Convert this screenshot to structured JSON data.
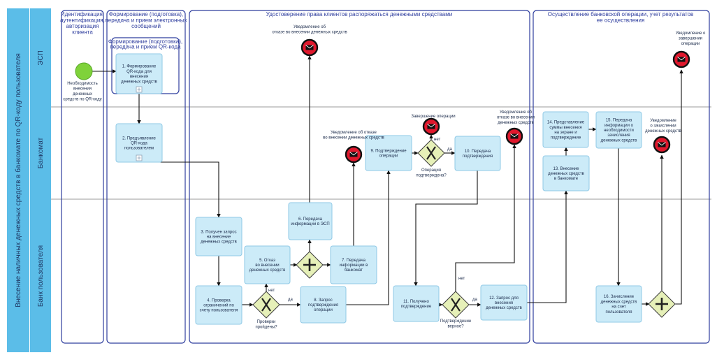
{
  "pool": {
    "title": "Внесение наличных денежных средств в банкомате по QR-коду пользователя"
  },
  "lanes": [
    {
      "id": "esp",
      "title": "ЭСП"
    },
    {
      "id": "atm",
      "title": "Банкомат"
    },
    {
      "id": "bank",
      "title": "Банк пользователя"
    }
  ],
  "phases": [
    {
      "id": "p1",
      "lines": [
        "Идентификация,",
        "аутентификация,",
        "авторизация",
        "клиента"
      ]
    },
    {
      "id": "p2",
      "lines": [
        "Формирование (подготовка),",
        "передача и прием электронных",
        "сообщений"
      ]
    },
    {
      "id": "p3",
      "lines": [
        "Удостоверение права клиентов распоряжаться денежными средствами"
      ]
    },
    {
      "id": "p4",
      "lines": [
        "Осуществление банковской операции, учет результатов",
        "ее осуществления"
      ]
    }
  ],
  "subprocess": {
    "lines": [
      "Формирование (подготовка),",
      "передача и прием QR-кода"
    ]
  },
  "start_event": {
    "lines": [
      "Необходимость",
      "внесения",
      "денежных",
      "средств по QR-коду"
    ]
  },
  "tasks": [
    {
      "id": "t1",
      "lines": [
        "1. Формирование",
        "QR-кода для",
        "внесения",
        "денежных средств"
      ]
    },
    {
      "id": "t2",
      "lines": [
        "2. Предъявление",
        "QR-кода",
        "пользователем"
      ]
    },
    {
      "id": "t3",
      "lines": [
        "3. Получен запрос",
        "на внесение",
        "денежных средств"
      ]
    },
    {
      "id": "t4",
      "lines": [
        "4. Проверка",
        "ограничений по",
        "счету пользователя"
      ]
    },
    {
      "id": "t5",
      "lines": [
        "5. Отказ",
        "во внесении",
        "денежных средств"
      ]
    },
    {
      "id": "t6",
      "lines": [
        "6. Передача",
        "информации в ЭСП"
      ]
    },
    {
      "id": "t7",
      "lines": [
        "7. Передача",
        "информации в",
        "банкомат"
      ]
    },
    {
      "id": "t8",
      "lines": [
        "8. Запрос",
        "подтверждения",
        "операции"
      ]
    },
    {
      "id": "t9",
      "lines": [
        "9. Подтверждение",
        "операции"
      ]
    },
    {
      "id": "t10",
      "lines": [
        "10. Передача",
        "подтверждения"
      ]
    },
    {
      "id": "t11",
      "lines": [
        "11. Получено",
        "подтверждение"
      ]
    },
    {
      "id": "t12",
      "lines": [
        "12. Запрос для",
        "внесения",
        "денежных средств"
      ]
    },
    {
      "id": "t13",
      "lines": [
        "13. Внесение",
        "денежных средств",
        "в банкомате"
      ]
    },
    {
      "id": "t14",
      "lines": [
        "14. Представление",
        "суммы внесения",
        "на экране и",
        "подтверждение"
      ]
    },
    {
      "id": "t15",
      "lines": [
        "15. Передача",
        "информации о",
        "необходимости",
        "зачисления",
        "денежных средств"
      ]
    },
    {
      "id": "t16",
      "lines": [
        "16. Зачисление",
        "денежных средств",
        "на счет",
        "пользователя"
      ]
    }
  ],
  "gateways": [
    {
      "id": "g_check",
      "type": "exclusive",
      "lines": [
        "Проверки",
        "пройдены?"
      ]
    },
    {
      "id": "g_par1",
      "type": "parallel",
      "lines": []
    },
    {
      "id": "g_op",
      "type": "exclusive",
      "lines": [
        "Операция",
        "подтверждена?"
      ]
    },
    {
      "id": "g_conf",
      "type": "exclusive",
      "lines": [
        "Подтверждение",
        "верное?"
      ]
    },
    {
      "id": "g_par2",
      "type": "parallel",
      "lines": []
    }
  ],
  "end_events": [
    {
      "id": "e_refuse_esp",
      "lines": [
        "Уведомление об",
        "отказе во внесении денежных средств"
      ]
    },
    {
      "id": "e_refuse_atm",
      "lines": [
        "Уведомление об отказе",
        "во внесении денежных средств"
      ]
    },
    {
      "id": "e_finish",
      "lines": [
        "Завершение операции"
      ]
    },
    {
      "id": "e_refuse_atm2",
      "lines": [
        "Уведомление об",
        "отказе во внесении",
        "денежных средств"
      ]
    },
    {
      "id": "e_credit",
      "lines": [
        "Уведомление",
        "о зачислении",
        "денежных средств"
      ]
    },
    {
      "id": "e_done",
      "lines": [
        "Уведомление о",
        "завершении",
        "операции"
      ]
    }
  ],
  "flow_labels": {
    "yes": "да",
    "no": "нет"
  },
  "colors": {
    "lane": "#5bbde8",
    "task": "#ccebf8",
    "gateway": "#e6f0b8",
    "end_event": "#e0182d",
    "start_event": "#7fd23a",
    "phase": "#2f3e9e"
  }
}
